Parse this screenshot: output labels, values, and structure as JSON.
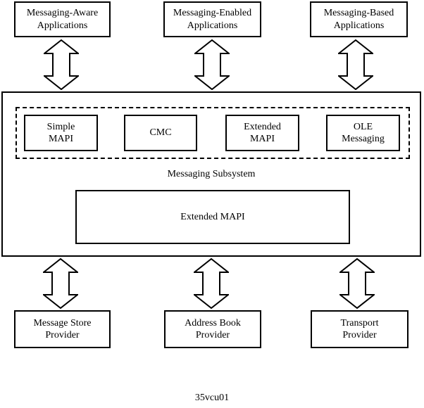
{
  "diagram": {
    "top_applications": [
      {
        "label": "Messaging-Aware\nApplications"
      },
      {
        "label": "Messaging-Enabled\nApplications"
      },
      {
        "label": "Messaging-Based\nApplications"
      }
    ],
    "subsystem": {
      "api_boxes": [
        {
          "label": "Simple\nMAPI"
        },
        {
          "label": "CMC"
        },
        {
          "label": "Extended\nMAPI"
        },
        {
          "label": "OLE\nMessaging"
        }
      ],
      "label": "Messaging Subsystem",
      "core_box": {
        "label": "Extended MAPI"
      }
    },
    "bottom_providers": [
      {
        "label": "Message Store\nProvider"
      },
      {
        "label": "Address Book\nProvider"
      },
      {
        "label": "Transport\nProvider"
      }
    ],
    "caption": "35vcu01",
    "colors": {
      "line": "#000000",
      "background": "#ffffff"
    }
  }
}
